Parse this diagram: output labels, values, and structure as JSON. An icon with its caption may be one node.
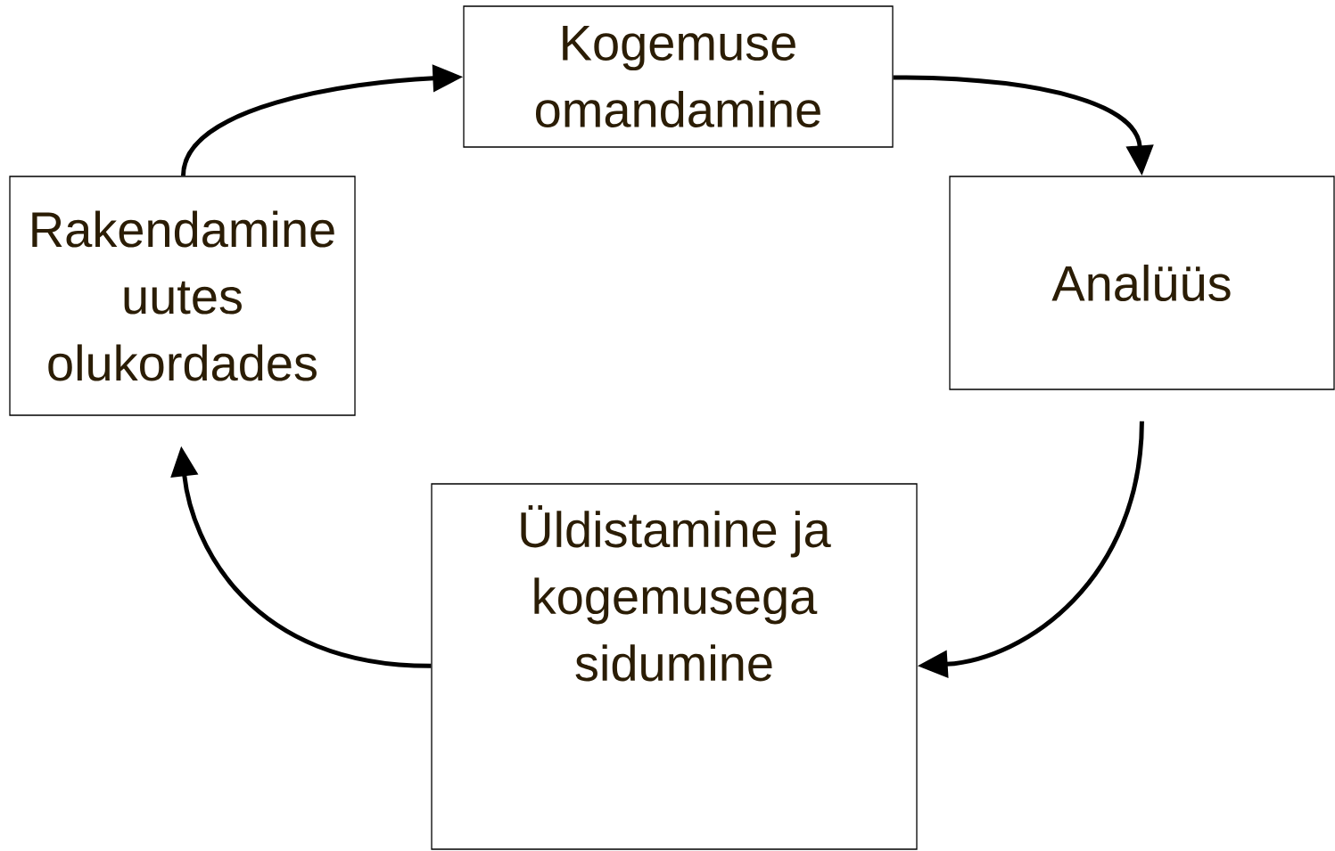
{
  "diagram": {
    "nodes": [
      {
        "text": [
          "Kogemuse omandamine"
        ]
      },
      {
        "text": [
          "Analüüs"
        ]
      },
      {
        "text": [
          "Üldistamine ja kogemusega sidumine"
        ]
      },
      {
        "text": [
          "Rakendamine uutes olukordades"
        ]
      }
    ],
    "edges": [
      {
        "from": 0,
        "to": 1,
        "arrow": "to"
      },
      {
        "from": 1,
        "to": 2,
        "arrow": "to"
      },
      {
        "from": 2,
        "to": 3,
        "arrow": "to"
      },
      {
        "from": 3,
        "to": 0,
        "arrow": "to"
      }
    ]
  }
}
